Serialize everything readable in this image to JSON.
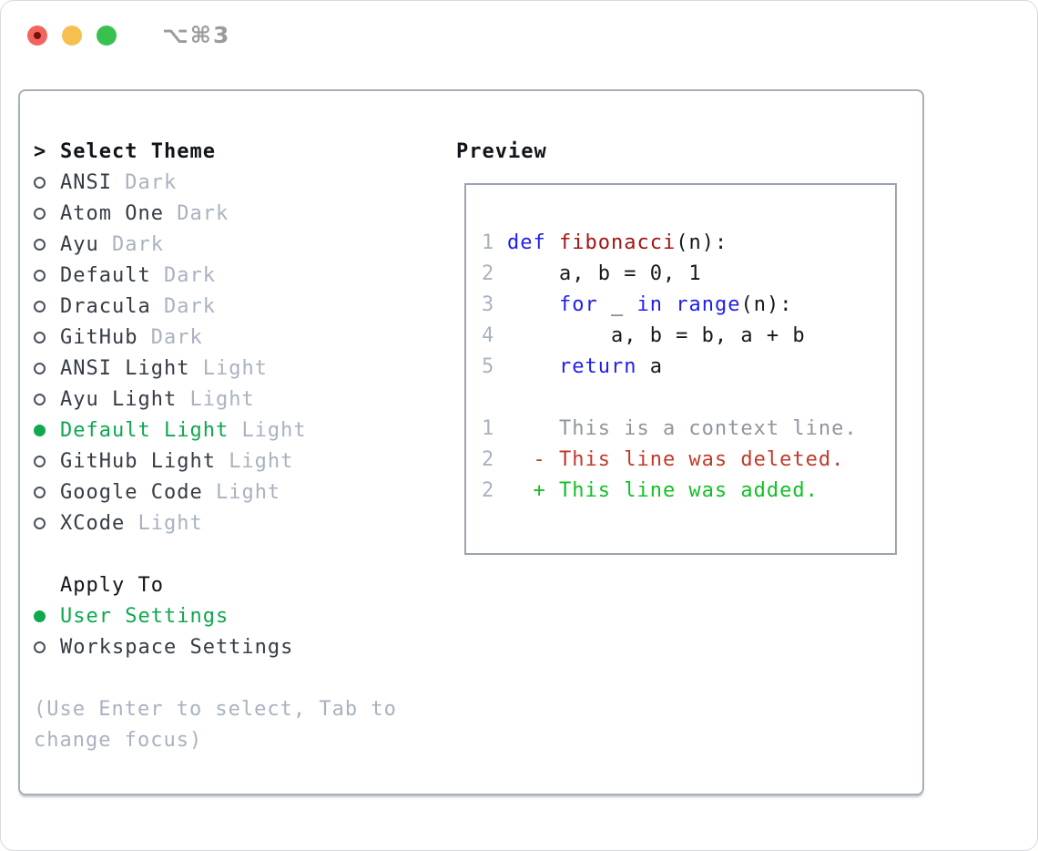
{
  "window": {
    "shortcut": "⌥⌘3"
  },
  "theme_panel": {
    "prompt": ">",
    "heading": "Select Theme",
    "themes": [
      {
        "name": "ANSI",
        "variant": "Dark",
        "selected": false
      },
      {
        "name": "Atom One",
        "variant": "Dark",
        "selected": false
      },
      {
        "name": "Ayu",
        "variant": "Dark",
        "selected": false
      },
      {
        "name": "Default",
        "variant": "Dark",
        "selected": false
      },
      {
        "name": "Dracula",
        "variant": "Dark",
        "selected": false
      },
      {
        "name": "GitHub",
        "variant": "Dark",
        "selected": false
      },
      {
        "name": "ANSI Light",
        "variant": "Light",
        "selected": false
      },
      {
        "name": "Ayu Light",
        "variant": "Light",
        "selected": false
      },
      {
        "name": "Default Light",
        "variant": "Light",
        "selected": true
      },
      {
        "name": "GitHub Light",
        "variant": "Light",
        "selected": false
      },
      {
        "name": "Google Code",
        "variant": "Light",
        "selected": false
      },
      {
        "name": "XCode",
        "variant": "Light",
        "selected": false
      }
    ],
    "apply_to": {
      "heading": "Apply To",
      "options": [
        {
          "label": "User Settings",
          "selected": true
        },
        {
          "label": "Workspace Settings",
          "selected": false
        }
      ]
    },
    "hint_lines": [
      "(Use Enter to select, Tab to",
      "change focus)"
    ]
  },
  "preview": {
    "heading": "Preview",
    "code_lines": [
      {
        "num": "1",
        "segments": [
          {
            "t": "def",
            "c": "keyword"
          },
          {
            "t": " "
          },
          {
            "t": "fibonacci",
            "c": "function"
          },
          {
            "t": "(n):"
          }
        ]
      },
      {
        "num": "2",
        "segments": [
          {
            "t": "    a, b = 0, 1"
          }
        ]
      },
      {
        "num": "3",
        "segments": [
          {
            "t": "    "
          },
          {
            "t": "for",
            "c": "keyword"
          },
          {
            "t": " _ "
          },
          {
            "t": "in",
            "c": "keyword"
          },
          {
            "t": " "
          },
          {
            "t": "range",
            "c": "keyword"
          },
          {
            "t": "(n):"
          }
        ]
      },
      {
        "num": "4",
        "segments": [
          {
            "t": "        a, b = b, a + b"
          }
        ]
      },
      {
        "num": "5",
        "segments": [
          {
            "t": "    "
          },
          {
            "t": "return",
            "c": "keyword"
          },
          {
            "t": " a"
          }
        ]
      },
      {
        "num": "",
        "segments": []
      },
      {
        "num": "1",
        "segments": [
          {
            "t": "    This is a context line.",
            "c": "context"
          }
        ]
      },
      {
        "num": "2",
        "segments": [
          {
            "t": "  - This line was deleted.",
            "c": "deleted"
          }
        ]
      },
      {
        "num": "2",
        "segments": [
          {
            "t": "  + This line was added.",
            "c": "added"
          }
        ]
      }
    ]
  },
  "colors": {
    "text": "#353c45",
    "text-strong": "#111418",
    "muted": "#a9b2bf",
    "context": "#8f969e",
    "green-accent": "#0ea84e",
    "added": "#12c026",
    "deleted": "#c23a28",
    "keyword": "#2020ee",
    "function": "#a31515",
    "panel-border": "#a8b0ba",
    "preview-border": "#9aa3ae",
    "traffic-red": "#f4645f",
    "traffic-red-dot": "#7a1208",
    "traffic-yellow": "#f6bf4f",
    "traffic-green": "#39c14f",
    "shortcut": "#9b9b9b",
    "radio-outline": "#4a515b"
  }
}
